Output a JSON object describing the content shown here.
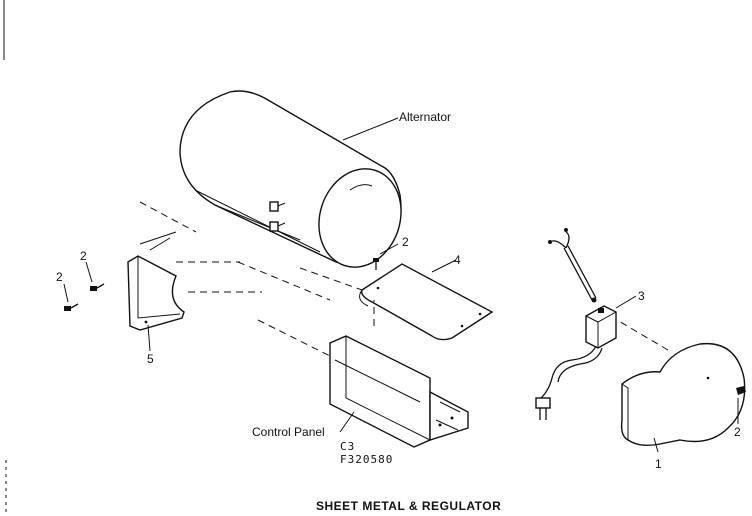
{
  "title": "SHEET METAL & REGULATOR",
  "code_line1": "C3",
  "code_line2": "F320580",
  "labels": {
    "alternator": "Alternator",
    "control_panel": "Control Panel",
    "part_1": "1",
    "part_2_top": "2",
    "part_2_left_a": "2",
    "part_2_left_b": "2",
    "part_2_right": "2",
    "part_3": "3",
    "part_4": "4",
    "part_5": "5"
  }
}
